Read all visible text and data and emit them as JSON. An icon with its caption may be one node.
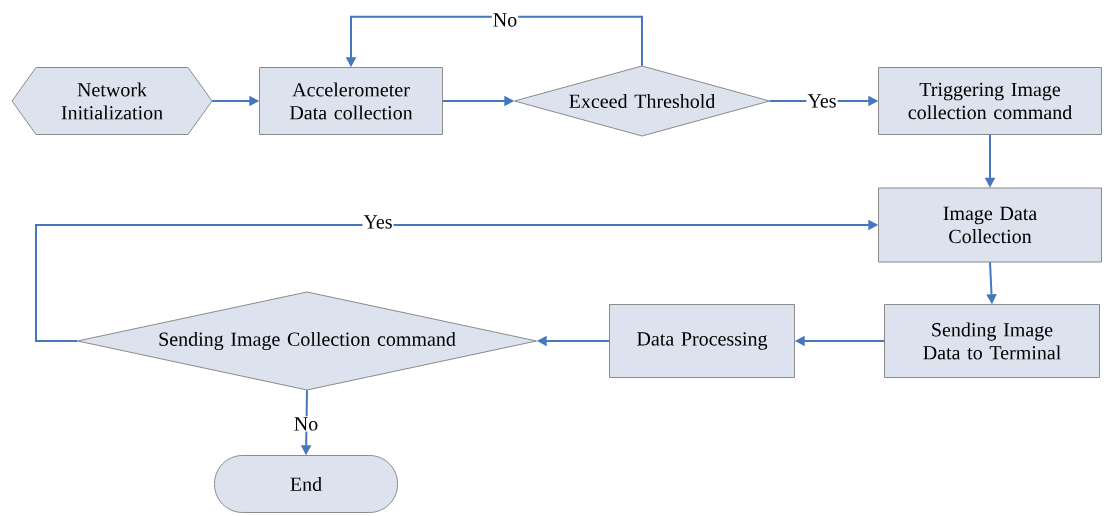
{
  "diagram": {
    "nodes": [
      {
        "text": [
          "Network Initialization"
        ]
      },
      {
        "text": [
          "Accelerometer Data collection"
        ]
      },
      {
        "text": [
          "Exceed Threshold"
        ]
      },
      {
        "text": [
          "Triggering Image collection command"
        ]
      },
      {
        "text": [
          "Image Data Collection"
        ]
      },
      {
        "text": [
          "Sending Image Data to Terminal"
        ]
      },
      {
        "text": [
          "Data Processing"
        ]
      },
      {
        "text": [
          "Sending Image Collection command"
        ]
      },
      {
        "text": [
          "End"
        ]
      }
    ],
    "edges": [
      {
        "from": 0,
        "to": 1,
        "arrow": "to"
      },
      {
        "from": 1,
        "to": 2,
        "arrow": "to"
      },
      {
        "from": 2,
        "to": 1,
        "arrow": "to",
        "label": "No"
      },
      {
        "from": 2,
        "to": 3,
        "arrow": "to",
        "label": "Yes"
      },
      {
        "from": 3,
        "to": 4,
        "arrow": "to"
      },
      {
        "from": 4,
        "to": 5,
        "arrow": "to"
      },
      {
        "from": 5,
        "to": 6,
        "arrow": "to"
      },
      {
        "from": 6,
        "to": 7,
        "arrow": "to"
      },
      {
        "from": 7,
        "to": 4,
        "arrow": "to",
        "label": "Yes"
      },
      {
        "from": 7,
        "to": 8,
        "arrow": "to",
        "label": "No"
      }
    ]
  }
}
